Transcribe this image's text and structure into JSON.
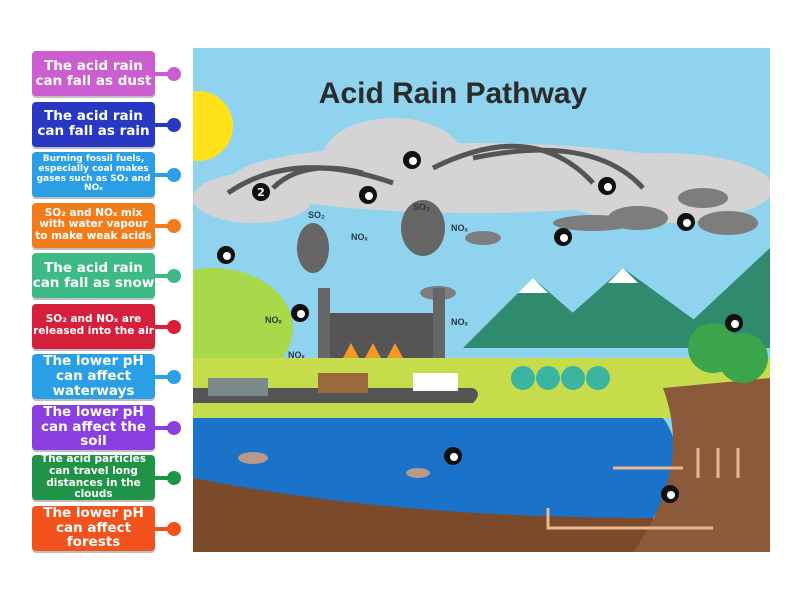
{
  "labels": [
    {
      "text": "The acid rain can fall as dust",
      "color": "#cc5fcf",
      "size": "big"
    },
    {
      "text": "The acid rain can fall as rain",
      "color": "#2838c2",
      "size": "big"
    },
    {
      "text": "Burning fossil fuels, especially coal makes gases such as SO₂ and NOₓ",
      "color": "#2b9fe6",
      "size": "small"
    },
    {
      "text": "SO₂ and NOₓ mix with water vapour to make weak acids",
      "color": "#f27c1c",
      "size": "mid"
    },
    {
      "text": "The acid rain can fall as snow",
      "color": "#3dba86",
      "size": "big"
    },
    {
      "text": "SO₂ and NOₓ are released into the air",
      "color": "#d6203b",
      "size": "mid"
    },
    {
      "text": "The lower pH can affect waterways",
      "color": "#2b9fe6",
      "size": "big"
    },
    {
      "text": "The lower pH can affect the soil",
      "color": "#8a3fe0",
      "size": "big"
    },
    {
      "text": "The acid particles can travel long distances in the clouds",
      "color": "#1f9448",
      "size": "mid"
    },
    {
      "text": "The lower pH can affect forests",
      "color": "#f2531c",
      "size": "big"
    }
  ],
  "diagram": {
    "title": "Acid Rain Pathway",
    "marker_number": "2",
    "gas_labels": {
      "so2": "SO₂",
      "nox": "NOₓ"
    }
  }
}
